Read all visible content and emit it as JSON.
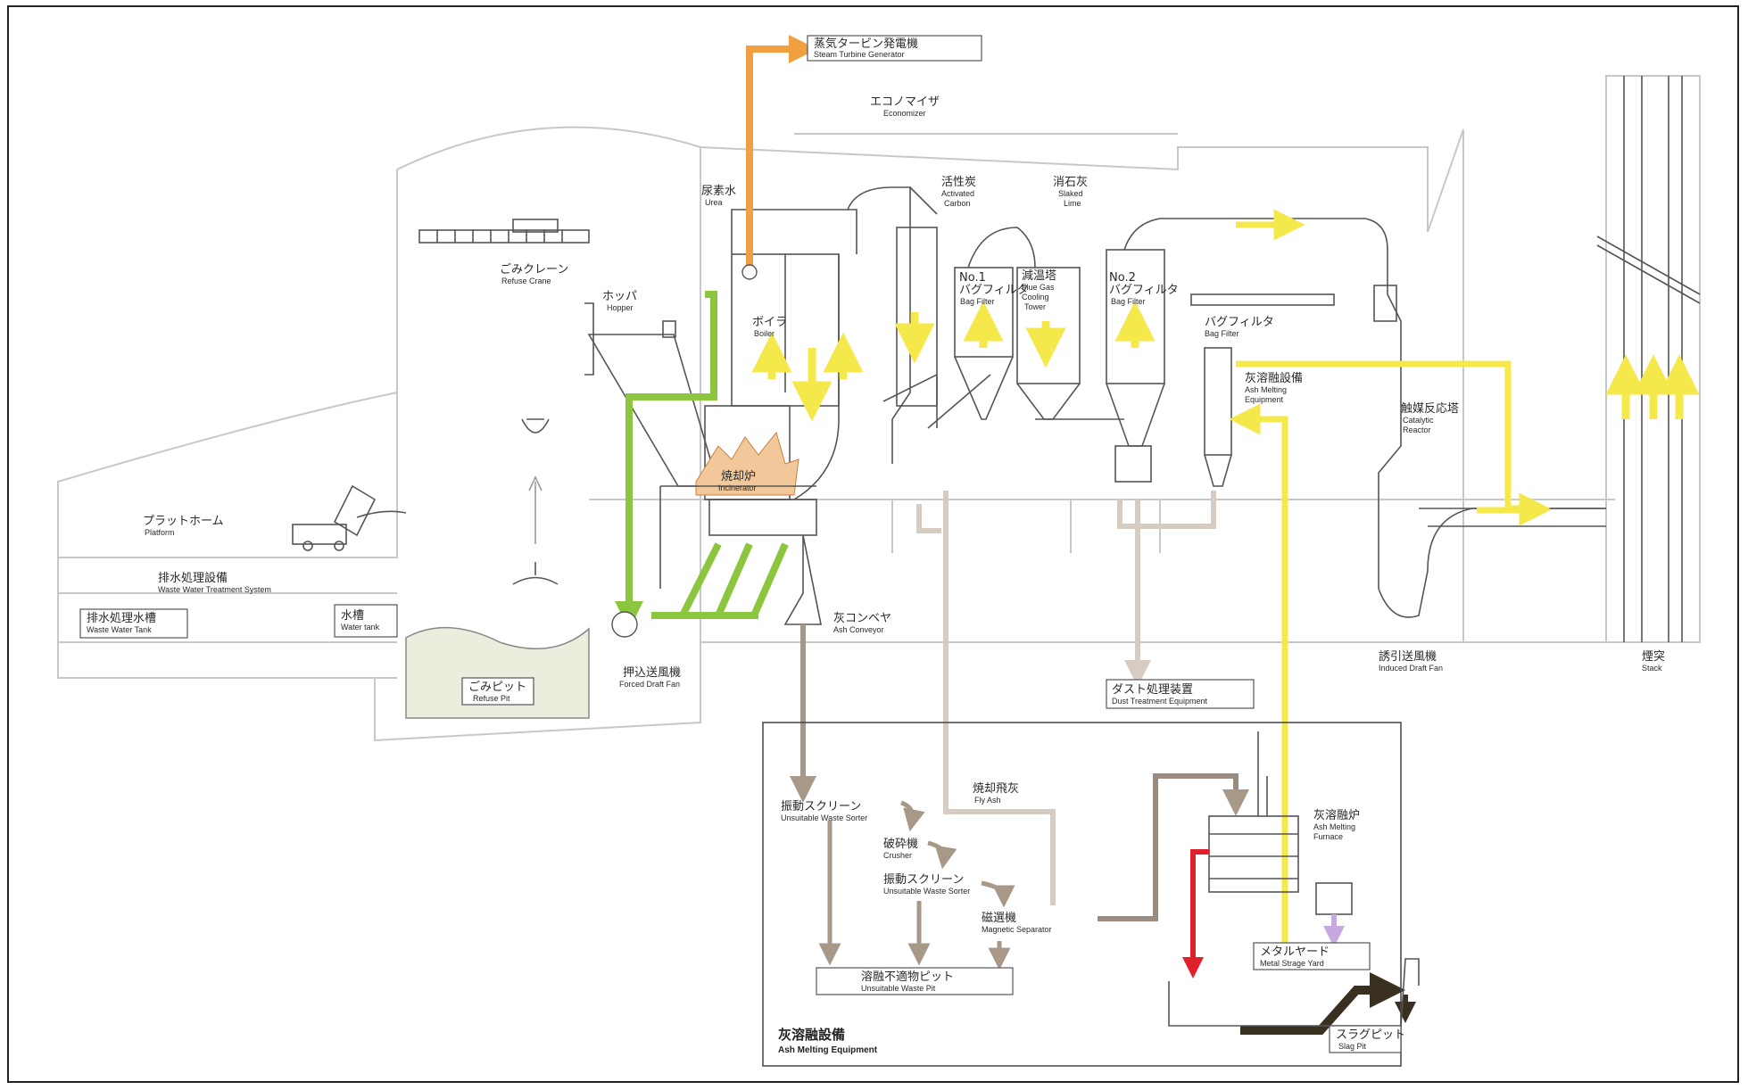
{
  "labels": {
    "steam_turbine": {
      "jp": "蒸気タービン発電機",
      "en": "Steam Turbine Generator"
    },
    "economizer": {
      "jp": "エコノマイザ",
      "en": "Economizer"
    },
    "urea": {
      "jp": "尿素水",
      "en": "Urea"
    },
    "activated_carbon": {
      "jp": "活性炭",
      "en1": "Activated",
      "en2": "Carbon"
    },
    "slaked_lime": {
      "jp": "消石灰",
      "en1": "Slaked",
      "en2": "Lime"
    },
    "refuse_crane": {
      "jp": "ごみクレーン",
      "en": "Refuse Crane"
    },
    "hopper": {
      "jp": "ホッパ",
      "en": "Hopper"
    },
    "boiler": {
      "jp": "ボイラ",
      "en": "Boiler"
    },
    "bag_filter_1": {
      "jp1": "No.1",
      "jp2": "バグフィルタ",
      "en": "Bag Filter"
    },
    "cooling_tower": {
      "jp": "減温塔",
      "en1": "Flue Gas",
      "en2": "Cooling",
      "en3": "Tower"
    },
    "bag_filter_2": {
      "jp1": "No.2",
      "jp2": "バグフィルタ",
      "en": "Bag Filter"
    },
    "bag_filter_3": {
      "jp": "バグフィルタ",
      "en": "Bag Filter"
    },
    "ash_melting_equipment": {
      "jp": "灰溶融設備",
      "en1": "Ash Melting",
      "en2": "Equipment"
    },
    "catalytic_reactor": {
      "jp": "触媒反応塔",
      "en1": "Catalytic",
      "en2": "Reactor"
    },
    "incinerator": {
      "jp": "焼却炉",
      "en": "Incinerator"
    },
    "platform": {
      "jp": "プラットホーム",
      "en": "Platform"
    },
    "waste_water_system": {
      "jp": "排水処理設備",
      "en": "Waste Water Treatment System"
    },
    "waste_water_tank": {
      "jp": "排水処理水槽",
      "en": "Waste Water Tank"
    },
    "water_tank": {
      "jp": "水槽",
      "en": "Water tank"
    },
    "refuse_pit": {
      "jp": "ごみピット",
      "en": "Refuse Pit"
    },
    "forced_draft_fan": {
      "jp": "押込送風機",
      "en": "Forced Draft Fan"
    },
    "ash_conveyor": {
      "jp": "灰コンベヤ",
      "en": "Ash Conveyor"
    },
    "dust_treatment": {
      "jp": "ダスト処理装置",
      "en": "Dust Treatment Equipment"
    },
    "induced_draft_fan": {
      "jp": "誘引送風機",
      "en": "Induced Draft Fan"
    },
    "stack": {
      "jp": "煙突",
      "en": "Stack"
    },
    "fly_ash": {
      "jp": "焼却飛灰",
      "en": "Fly Ash"
    },
    "ash_melting_furnace": {
      "jp": "灰溶融炉",
      "en1": "Ash Melting",
      "en2": "Furnace"
    },
    "sorter_1": {
      "jp": "振動スクリーン",
      "en": "Unsuitable Waste Sorter"
    },
    "crusher": {
      "jp": "破砕機",
      "en": "Crusher"
    },
    "sorter_2": {
      "jp": "振動スクリーン",
      "en": "Unsuitable Waste Sorter"
    },
    "magnetic_separator": {
      "jp": "磁選機",
      "en": "Magnetic Separator"
    },
    "unsuitable_waste_pit": {
      "jp": "溶融不適物ピット",
      "en": "Unsuitable Waste Pit"
    },
    "metal_yard": {
      "jp": "メタルヤード",
      "en": "Metal Strage Yard"
    },
    "slag_pit": {
      "jp": "スラグピット",
      "en": "Slag Pit"
    },
    "ash_melting_box": {
      "jp": "灰溶融設備",
      "en": "Ash Melting Equipment"
    }
  },
  "colors": {
    "steam": "#f0a040",
    "air": "#8cc63e",
    "flue_gas": "#f5e84a",
    "ash": "#c8b8aa",
    "ash_dark": "#9a8c80",
    "slag": "#3a3020",
    "molten": "#e0202a",
    "metal": "#c8a8e0",
    "building": "#c8c8c8"
  }
}
